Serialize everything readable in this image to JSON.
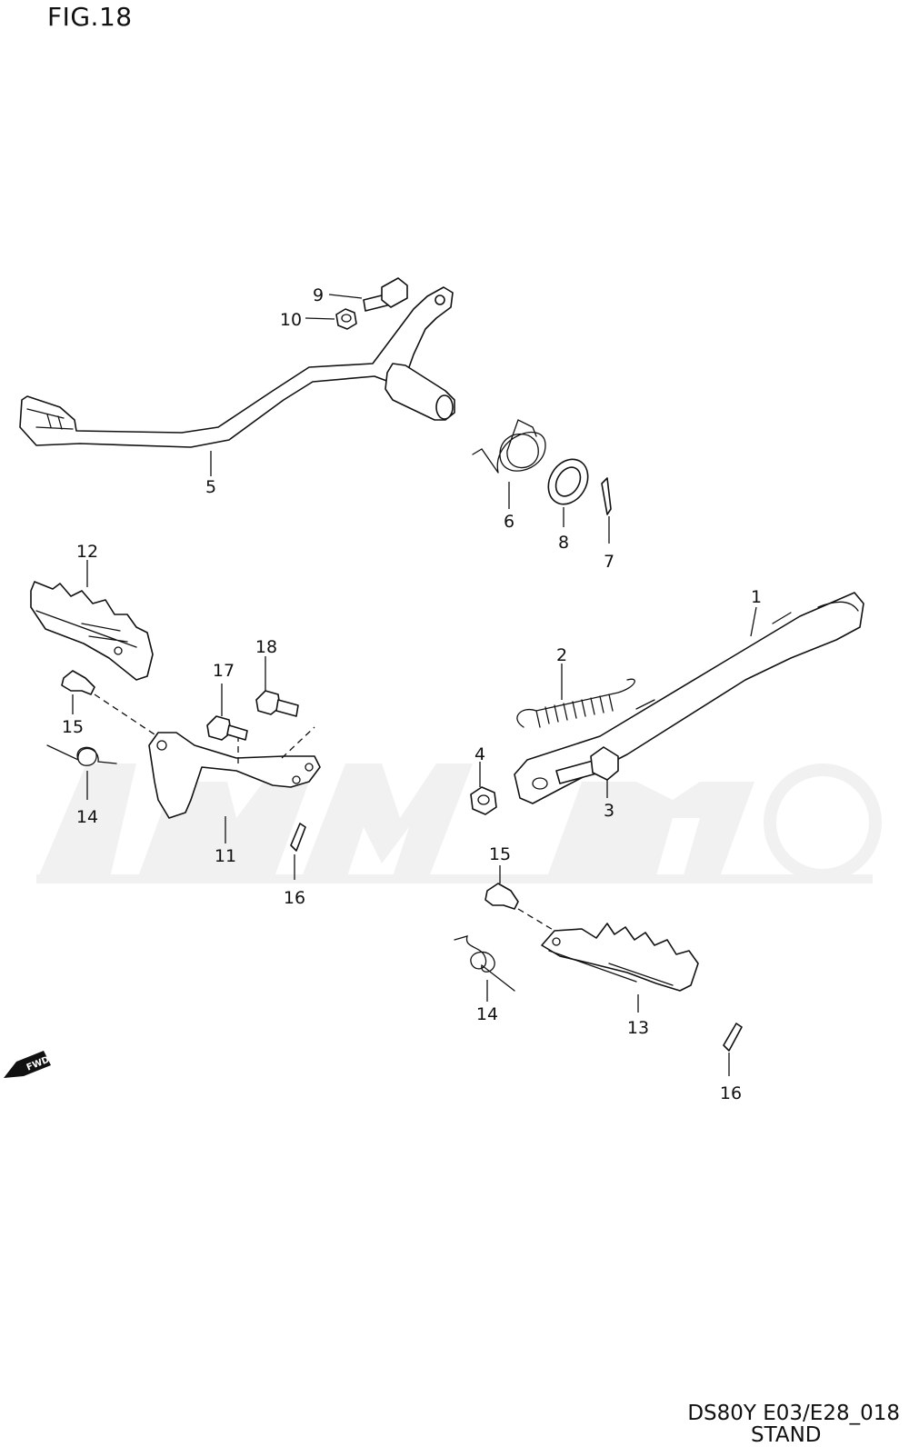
{
  "figure": {
    "title": "FIG.18",
    "model_code": "DS80Y E03/E28_018",
    "section_name": "STAND"
  },
  "fwd_badge": "FWD",
  "callouts": [
    {
      "id": "c1",
      "label": "1"
    },
    {
      "id": "c2",
      "label": "2"
    },
    {
      "id": "c3",
      "label": "3"
    },
    {
      "id": "c4",
      "label": "4"
    },
    {
      "id": "c5",
      "label": "5"
    },
    {
      "id": "c6",
      "label": "6"
    },
    {
      "id": "c7",
      "label": "7"
    },
    {
      "id": "c8",
      "label": "8"
    },
    {
      "id": "c9",
      "label": "9"
    },
    {
      "id": "c10",
      "label": "10"
    },
    {
      "id": "c11",
      "label": "11"
    },
    {
      "id": "c12",
      "label": "12"
    },
    {
      "id": "c13",
      "label": "13"
    },
    {
      "id": "c14a",
      "label": "14"
    },
    {
      "id": "c14b",
      "label": "14"
    },
    {
      "id": "c15a",
      "label": "15"
    },
    {
      "id": "c15b",
      "label": "15"
    },
    {
      "id": "c16a",
      "label": "16"
    },
    {
      "id": "c16b",
      "label": "16"
    },
    {
      "id": "c17",
      "label": "17"
    },
    {
      "id": "c18",
      "label": "18"
    }
  ]
}
